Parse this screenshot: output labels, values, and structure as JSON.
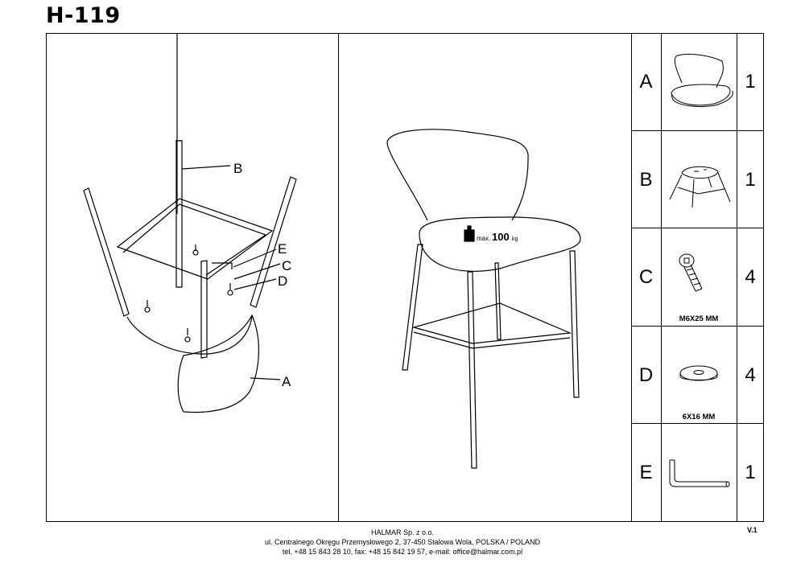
{
  "model": "H-119",
  "assembly": {
    "callouts": {
      "a": "A",
      "b": "B",
      "c": "C",
      "d": "D",
      "e": "E"
    }
  },
  "product_view": {
    "max_label": "max.",
    "max_value": "100",
    "max_unit": "kg"
  },
  "parts": [
    {
      "letter": "A",
      "qty": "1",
      "spec": "",
      "icon": "seat-icon"
    },
    {
      "letter": "B",
      "qty": "1",
      "spec": "",
      "icon": "frame-icon"
    },
    {
      "letter": "C",
      "qty": "4",
      "spec": "M6X25 MM",
      "icon": "screw-icon"
    },
    {
      "letter": "D",
      "qty": "4",
      "spec": "6X16 MM",
      "icon": "washer-icon"
    },
    {
      "letter": "E",
      "qty": "1",
      "spec": "",
      "icon": "allen-key-icon"
    }
  ],
  "version": "V.1",
  "footer": {
    "company": "HALMAR Sp. z o.o.",
    "address": "ul. Centralnego Okręgu Przemysłowego 2, 37-450 Stalowa Wola, POLSKA / POLAND",
    "contact": "tel. +48 15 843 28 10, fax: +48 15 842 19 57, e-mail: office@halmar.com.pl"
  }
}
